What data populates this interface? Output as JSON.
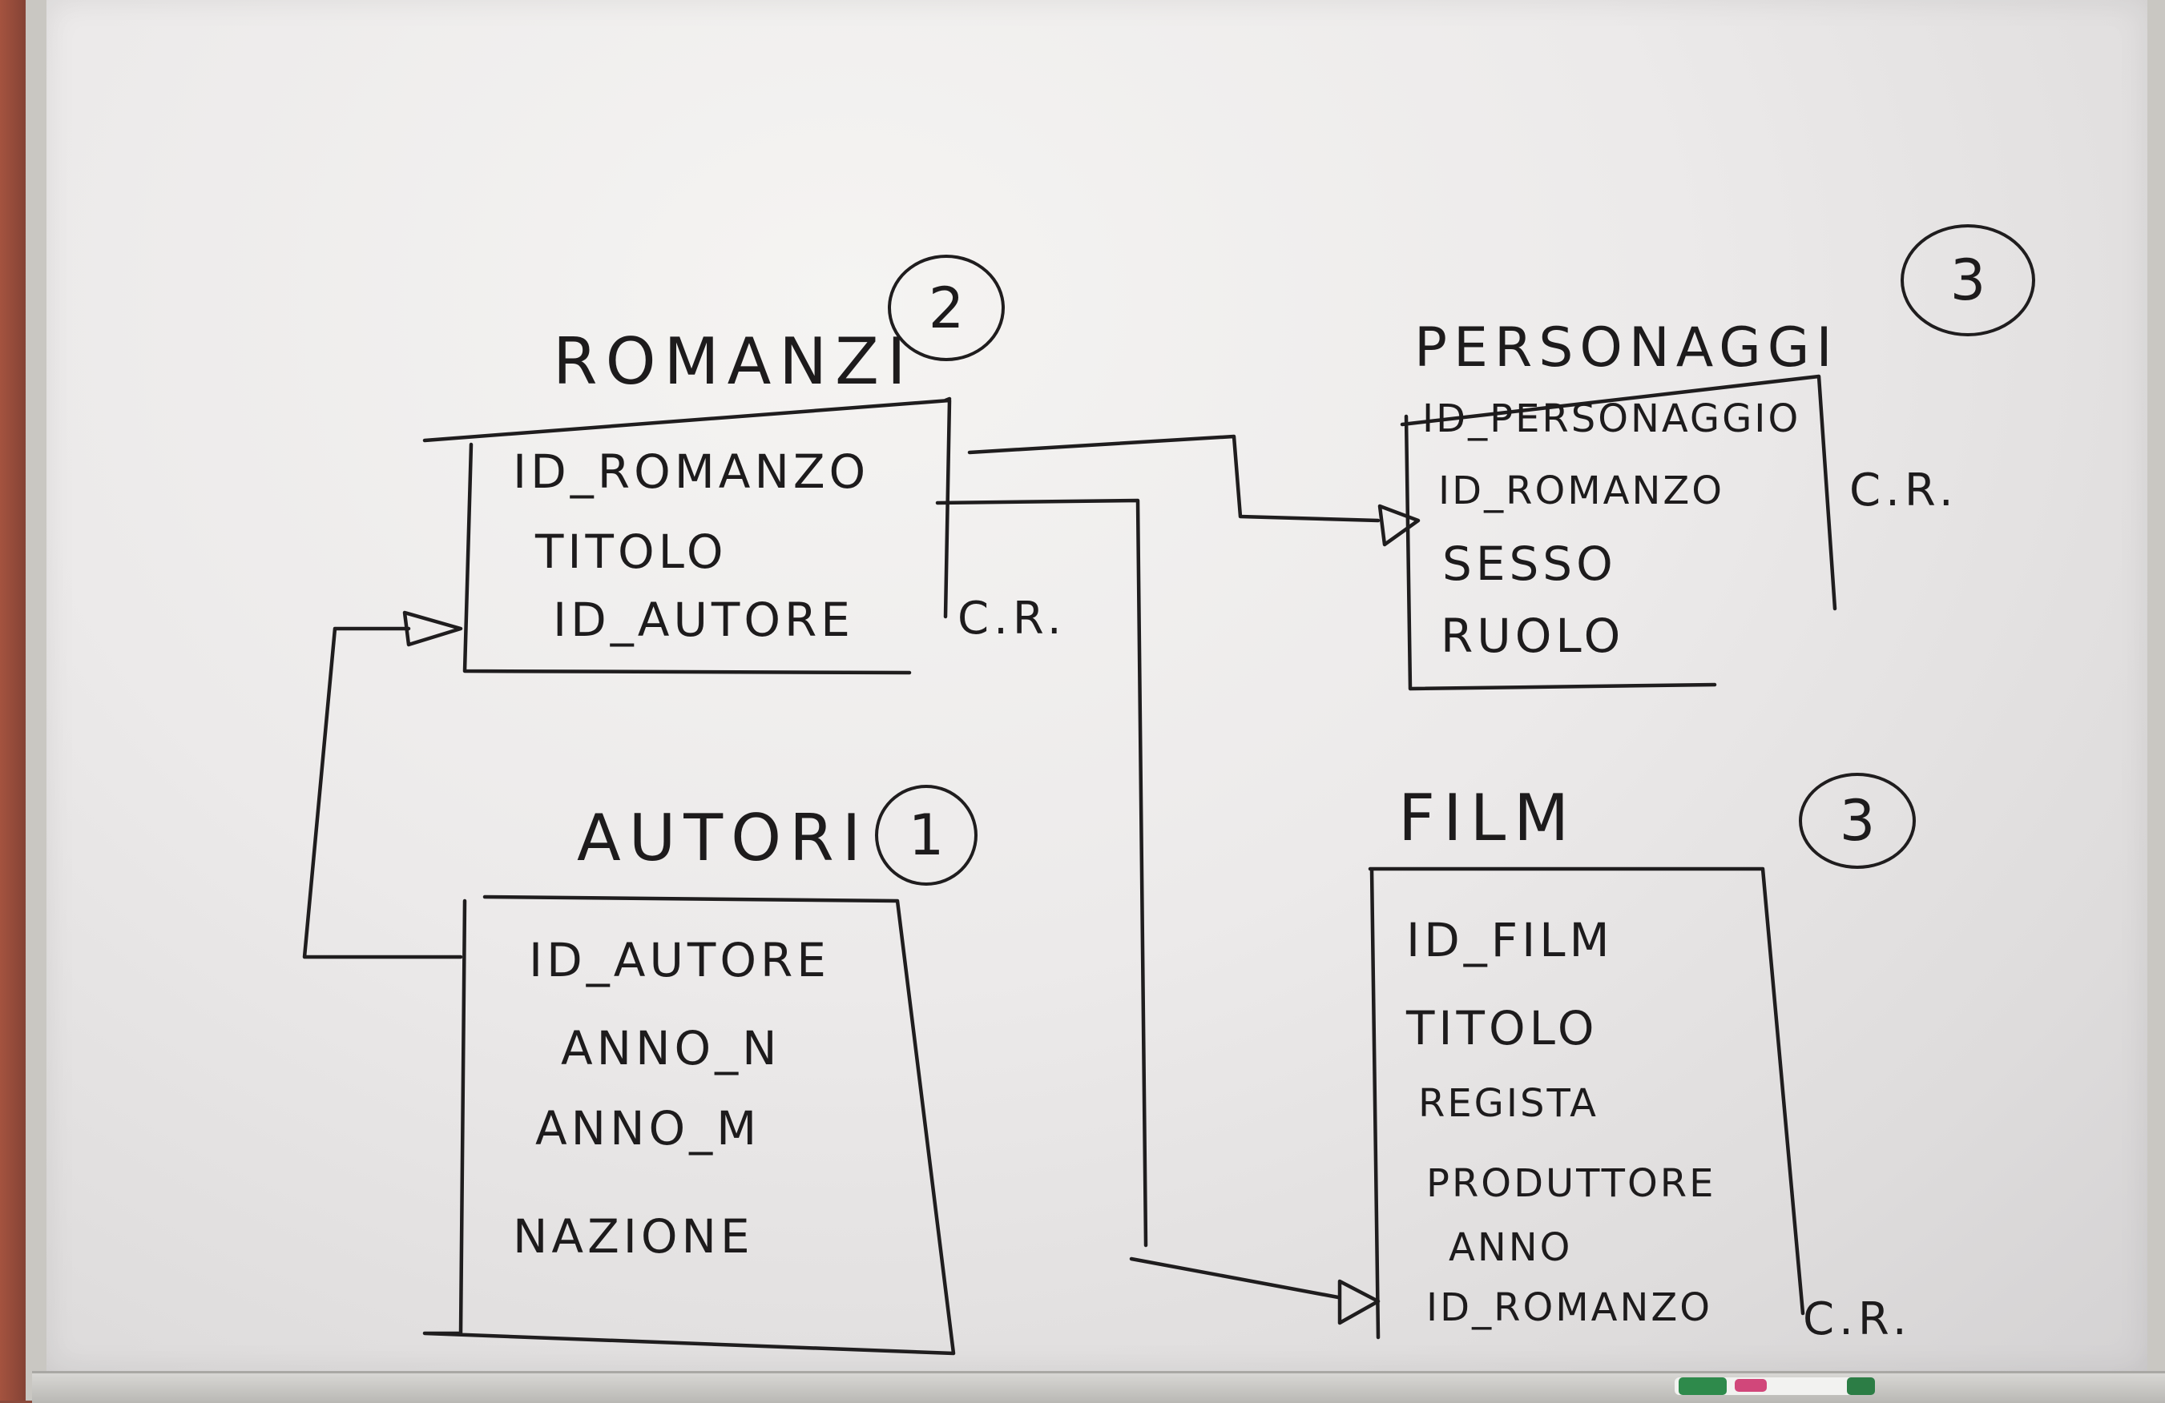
{
  "romanzi": {
    "title": "ROMANZI",
    "number": "2",
    "fields": [
      "ID_ROMANZO",
      "TITOLO",
      "ID_AUTORE"
    ],
    "cr": "C.R."
  },
  "autori": {
    "title": "AUTORI",
    "number": "1",
    "fields": [
      "ID_AUTORE",
      "ANNO_N",
      "ANNO_M",
      "NAZIONE"
    ]
  },
  "personaggi": {
    "title": "PERSONAGGI",
    "number": "3",
    "fields": [
      "ID_PERSONAGGIO",
      "ID_ROMANZO",
      "SESSO",
      "RUOLO"
    ],
    "cr": "C.R."
  },
  "film": {
    "title": "FILM",
    "number": "3",
    "fields": [
      "ID_FILM",
      "TITOLO",
      "REGISTA",
      "PRODUTTORE",
      "ANNO",
      "ID_ROMANZO"
    ],
    "cr": "C.R."
  },
  "colors": {
    "ink": "#1f1d1e",
    "board": "#eceaea"
  }
}
